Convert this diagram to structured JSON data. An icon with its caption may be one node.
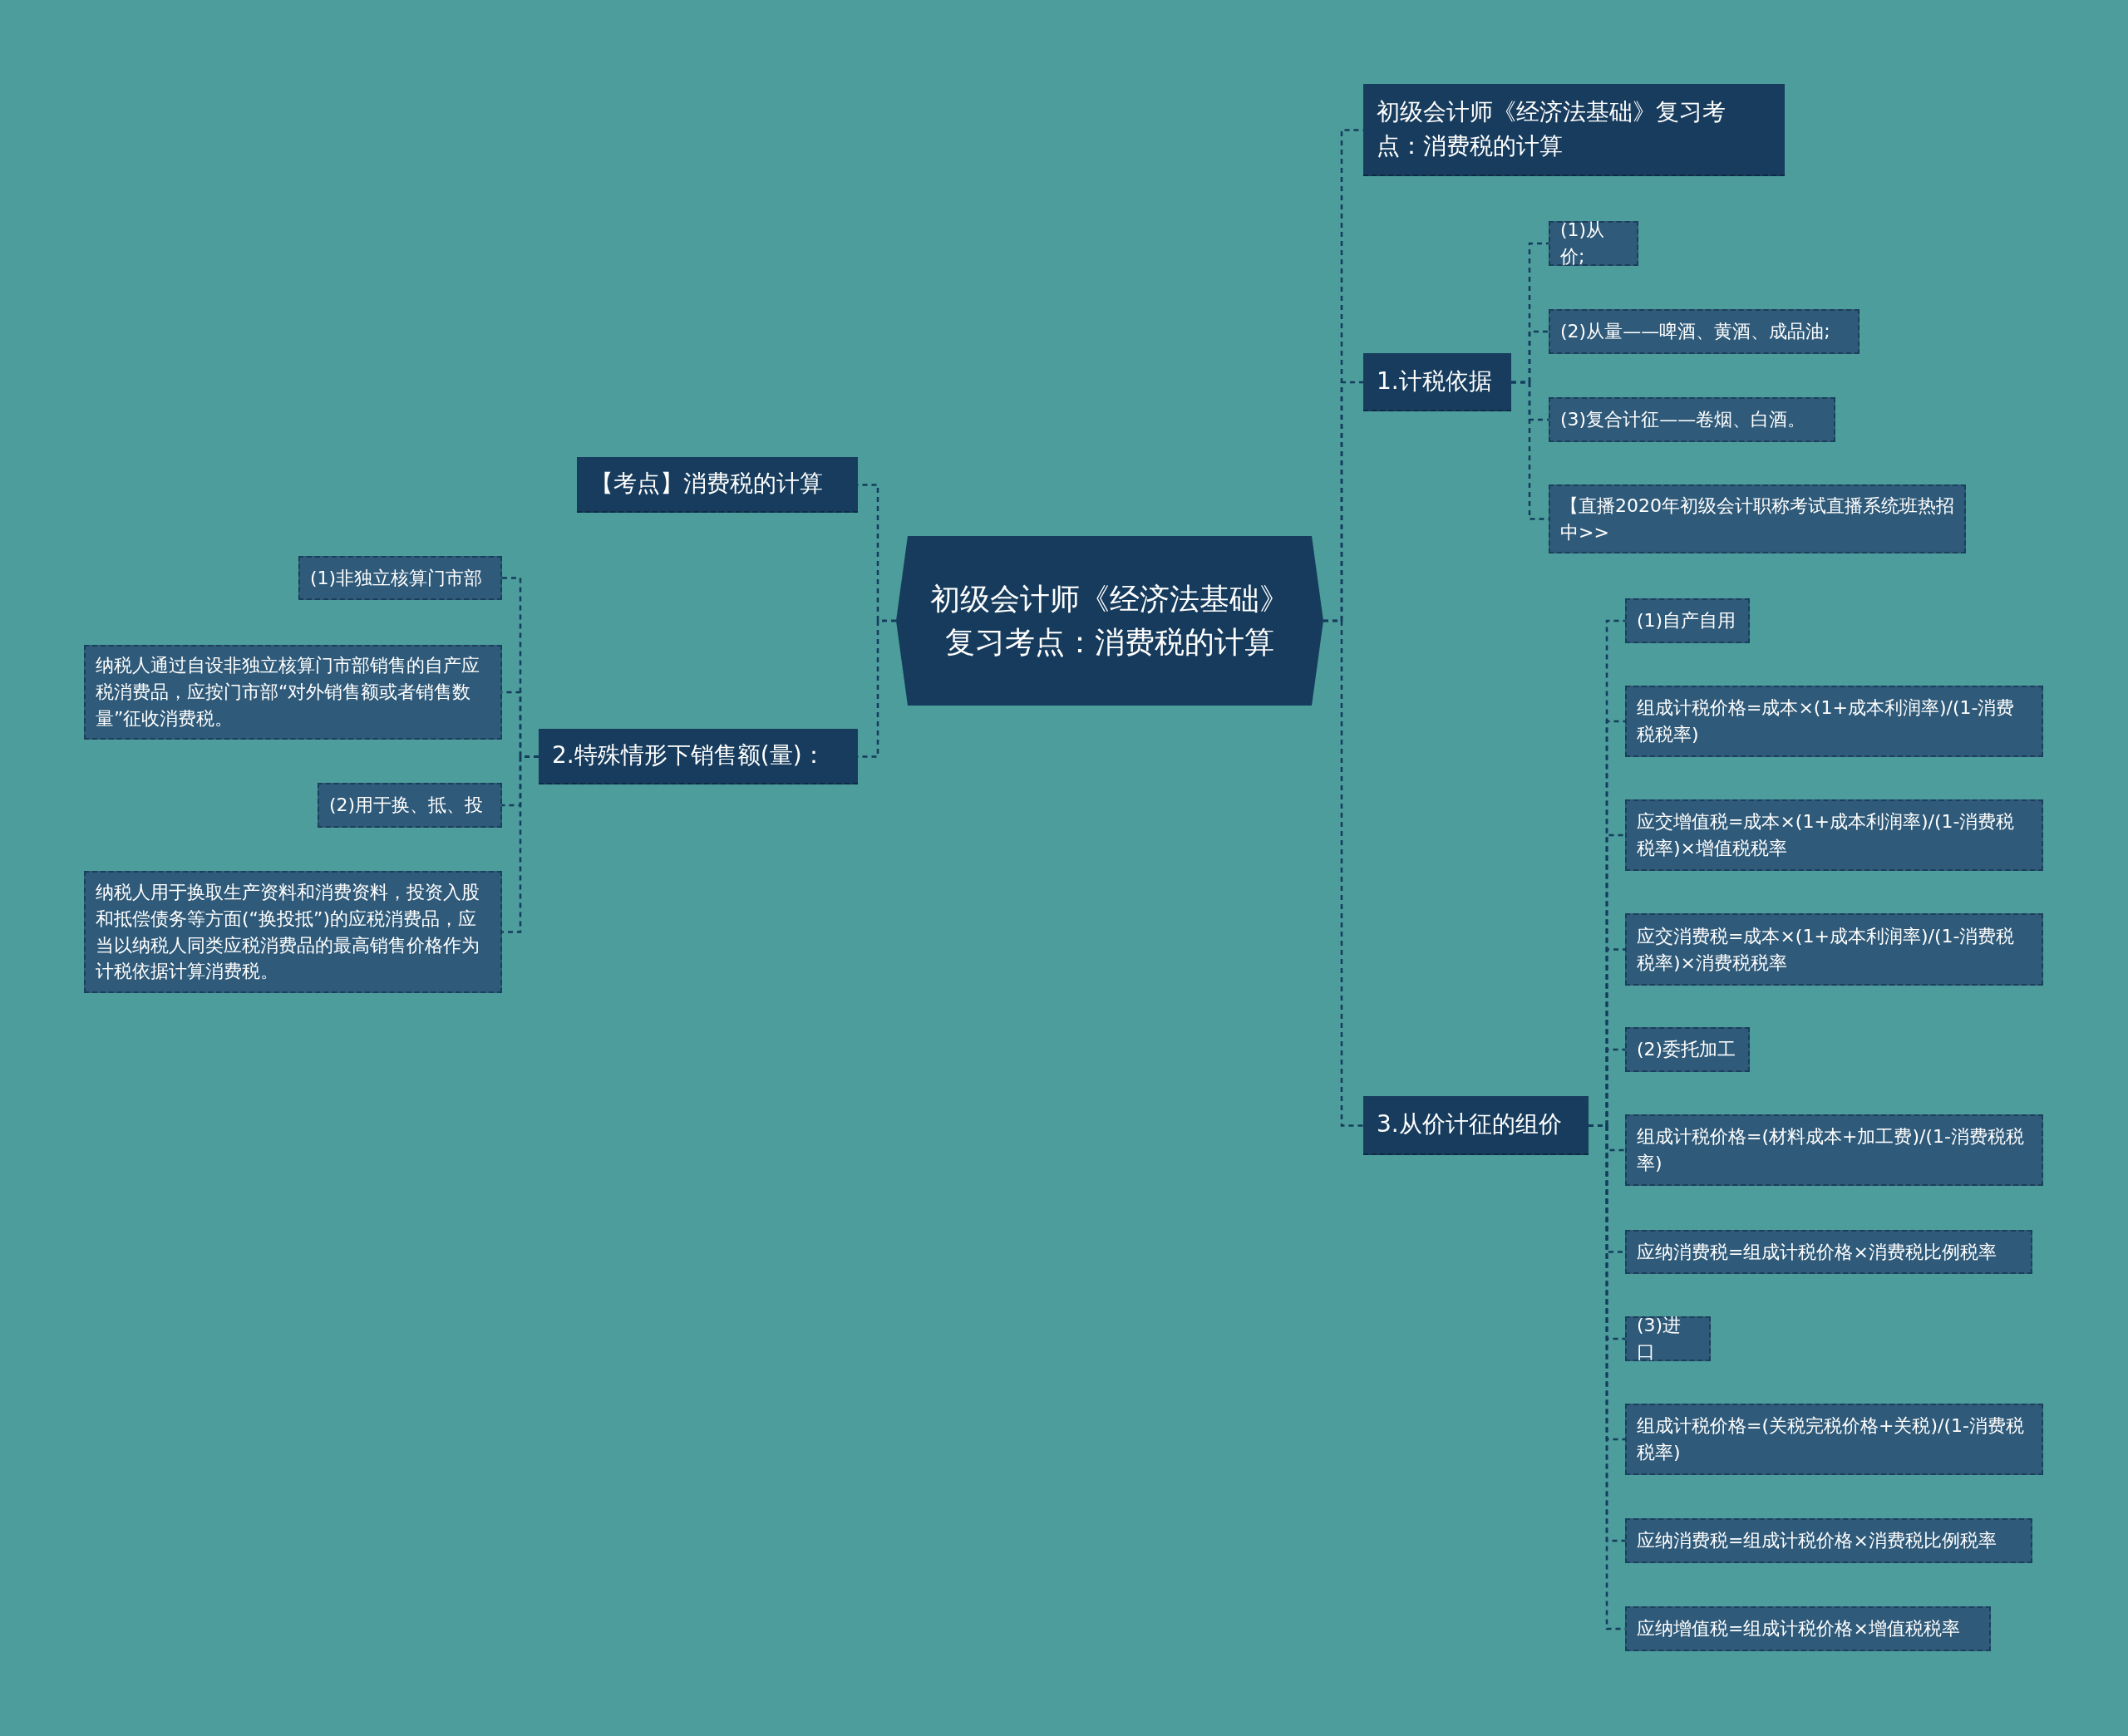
{
  "diagram": {
    "nodes": [
      {
        "text": [
          "初级会计师《经济法基础》复习考点：消费税的计算"
        ]
      },
      {
        "text": [
          "【考点】消费税的计算"
        ]
      },
      {
        "text": [
          "2.特殊情形下销售额(量)："
        ]
      },
      {
        "text": [
          "(1)非独立核算门市部"
        ]
      },
      {
        "text": [
          "纳税人通过自设非独立核算门市部销售的自产应税消费品，应按门市部“对外销售额或者销售数量”征收消费税。"
        ]
      },
      {
        "text": [
          "(2)用于换、抵、投"
        ]
      },
      {
        "text": [
          "纳税人用于换取生产资料和消费资料，投资入股和抵偿债务等方面(“换投抵”)的应税消费品，应当以纳税人同类应税消费品的最高销售价格作为计税依据计算消费税。"
        ]
      },
      {
        "text": [
          "初级会计师《经济法基础》复习考点：消费税的计算"
        ]
      },
      {
        "text": [
          "1.计税依据"
        ]
      },
      {
        "text": [
          "(1)从价;"
        ]
      },
      {
        "text": [
          "(2)从量——啤酒、黄酒、成品油;"
        ]
      },
      {
        "text": [
          "(3)复合计征——卷烟、白酒。"
        ]
      },
      {
        "text": [
          "【直播2020年初级会计职称考试直播系统班热招中>>"
        ]
      },
      {
        "text": [
          "3.从价计征的组价"
        ]
      },
      {
        "text": [
          "(1)自产自用"
        ]
      },
      {
        "text": [
          "组成计税价格=成本×(1+成本利润率)/(1-消费税税率)"
        ]
      },
      {
        "text": [
          "应交增值税=成本×(1+成本利润率)/(1-消费税税率)×增值税税率"
        ]
      },
      {
        "text": [
          "应交消费税=成本×(1+成本利润率)/(1-消费税税率)×消费税税率"
        ]
      },
      {
        "text": [
          "(2)委托加工"
        ]
      },
      {
        "text": [
          "组成计税价格=(材料成本+加工费)/(1-消费税税率)"
        ]
      },
      {
        "text": [
          "应纳消费税=组成计税价格×消费税比例税率"
        ]
      },
      {
        "text": [
          "(3)进口"
        ]
      },
      {
        "text": [
          "组成计税价格=(关税完税价格+关税)/(1-消费税税率)"
        ]
      },
      {
        "text": [
          "应纳消费税=组成计税价格×消费税比例税率"
        ]
      },
      {
        "text": [
          "应纳增值税=组成计税价格×增值税税率"
        ]
      }
    ],
    "edges": [
      {
        "from": 0,
        "to": 1,
        "arrow": "none"
      },
      {
        "from": 0,
        "to": 2,
        "arrow": "none"
      },
      {
        "from": 2,
        "to": 3,
        "arrow": "none"
      },
      {
        "from": 2,
        "to": 4,
        "arrow": "none"
      },
      {
        "from": 2,
        "to": 5,
        "arrow": "none"
      },
      {
        "from": 2,
        "to": 6,
        "arrow": "none"
      },
      {
        "from": 0,
        "to": 7,
        "arrow": "none"
      },
      {
        "from": 0,
        "to": 8,
        "arrow": "none"
      },
      {
        "from": 8,
        "to": 9,
        "arrow": "none"
      },
      {
        "from": 8,
        "to": 10,
        "arrow": "none"
      },
      {
        "from": 8,
        "to": 11,
        "arrow": "none"
      },
      {
        "from": 8,
        "to": 12,
        "arrow": "none"
      },
      {
        "from": 0,
        "to": 13,
        "arrow": "none"
      },
      {
        "from": 13,
        "to": 14,
        "arrow": "none"
      },
      {
        "from": 13,
        "to": 15,
        "arrow": "none"
      },
      {
        "from": 13,
        "to": 16,
        "arrow": "none"
      },
      {
        "from": 13,
        "to": 17,
        "arrow": "none"
      },
      {
        "from": 13,
        "to": 18,
        "arrow": "none"
      },
      {
        "from": 13,
        "to": 19,
        "arrow": "none"
      },
      {
        "from": 13,
        "to": 20,
        "arrow": "none"
      },
      {
        "from": 13,
        "to": 21,
        "arrow": "none"
      },
      {
        "from": 13,
        "to": 22,
        "arrow": "none"
      },
      {
        "from": 13,
        "to": 23,
        "arrow": "none"
      },
      {
        "from": 13,
        "to": 24,
        "arrow": "none"
      }
    ]
  }
}
